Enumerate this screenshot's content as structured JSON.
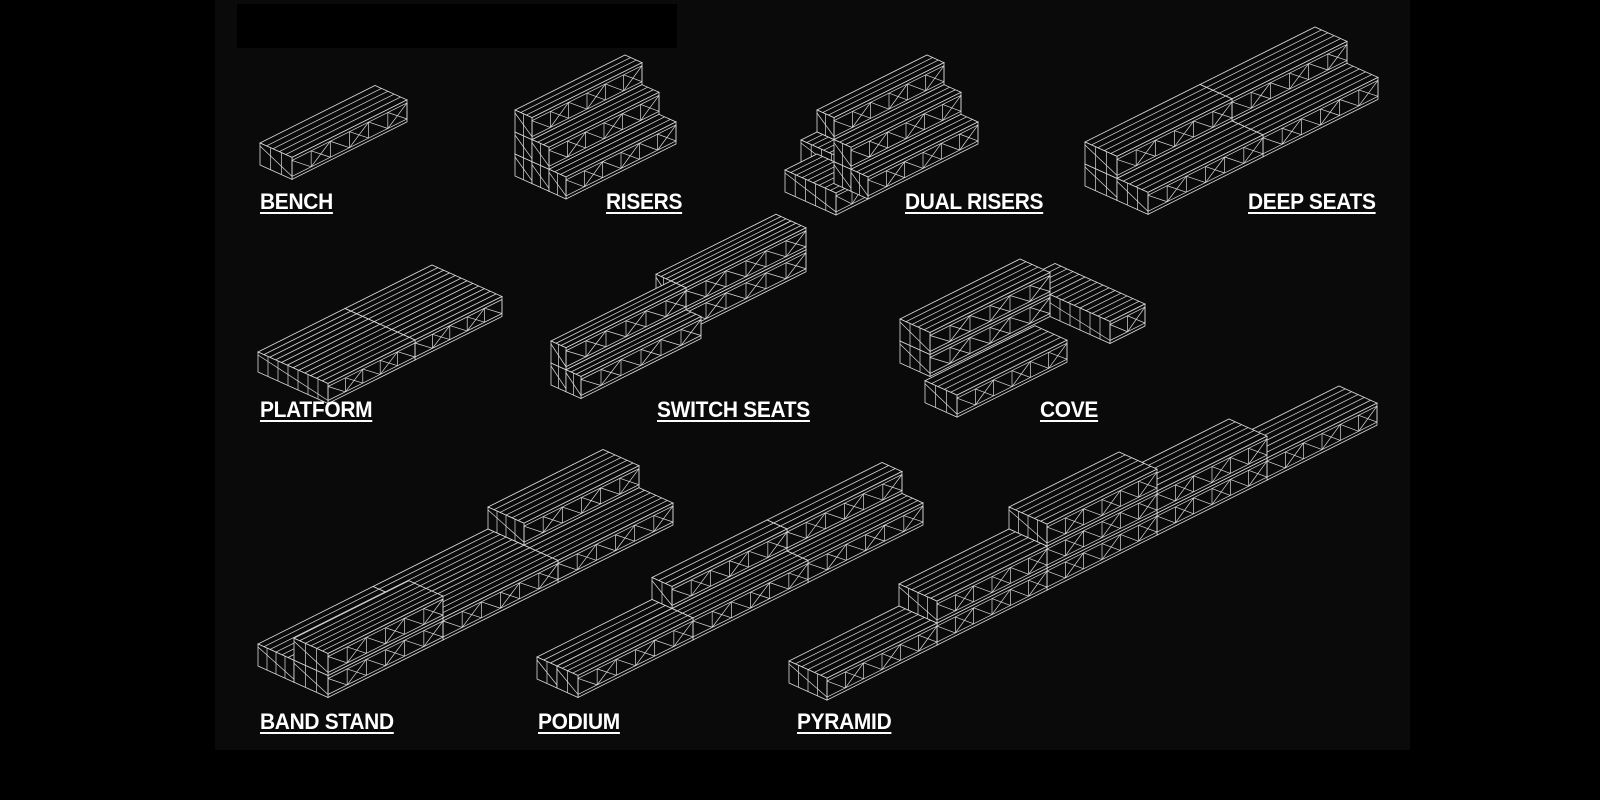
{
  "colors": {
    "background": "#000000",
    "panel": "#0a0a0a",
    "line": "#dcdcdc",
    "label": "#ffffff"
  },
  "labels": {
    "bench": "BENCH",
    "risers": "RISERS",
    "dual_risers": "DUAL RISERS",
    "deep_seats": "DEEP SEATS",
    "platform": "PLATFORM",
    "switch_seats": "SWITCH SEATS",
    "cove": "COVE",
    "band_stand": "BAND STAND",
    "podium": "PODIUM",
    "pyramid": "PYRAMID"
  }
}
